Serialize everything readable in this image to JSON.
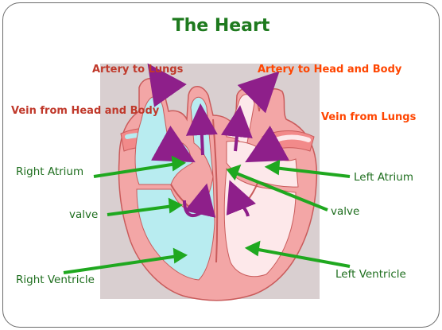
{
  "slide": {
    "title": "The Heart",
    "title_color": "#1e7a1e"
  },
  "labels": {
    "artery_to_lungs": "Artery to Lungs",
    "artery_to_head_body": "Artery to Head and Body",
    "vein_from_head_body": "Vein from Head and Body",
    "vein_from_lungs": "Vein from Lungs",
    "right_atrium": "Right Atrium",
    "left_atrium": "Left Atrium",
    "valve_left": "valve",
    "valve_right": "valve",
    "right_ventricle": "Right Ventricle",
    "left_ventricle": "Left Ventricle"
  },
  "colors": {
    "artery_label": "#c0392b",
    "vein_label_orange": "#ff4500",
    "vein_head_body": "#c0392b",
    "structure_label": "#1e6e1e",
    "pointer": "#1fa81f",
    "flow_arrow": "#8e1f8a",
    "deoxygenated": "#b8ecf0",
    "oxygenated": "#fde8ea",
    "heart_wall": "#f3a6a6",
    "background_panel": "#d9cfd0"
  }
}
